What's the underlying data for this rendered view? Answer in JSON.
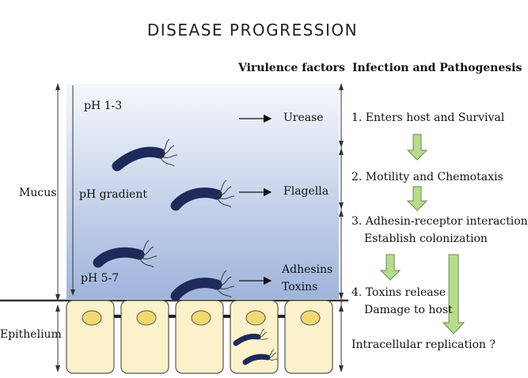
{
  "title": "DISEASE PROGRESSION",
  "headers": {
    "virulence": "Virulence factors",
    "infection": "Infection and Pathogenesis"
  },
  "regions": {
    "mucus": "Mucus",
    "epithelium": "Epithelium"
  },
  "ph": {
    "top": "pH 1-3",
    "middle": "pH gradient",
    "bottom": "pH 5-7"
  },
  "factors": {
    "urease": "Urease",
    "flagella": "Flagella",
    "adhesins": "Adhesins",
    "toxins": "Toxins"
  },
  "steps": {
    "s1": "1. Enters host and Survival",
    "s2": "2. Motility and Chemotaxis",
    "s3a": "3. Adhesin-receptor interaction",
    "s3b": "Establish colonization",
    "s4a": "4. Toxins release",
    "s4b": "Damage to host",
    "s5": "Intracellular replication ?"
  },
  "colors": {
    "mucus_top": "#f5f7fc",
    "mucus_bottom": "#9fb4dc",
    "cell_fill": "#fbf2cc",
    "nucleus_fill": "#f2d873",
    "bacterium": "#1e2a5a",
    "arrow_fill": "#b7dc8c"
  }
}
